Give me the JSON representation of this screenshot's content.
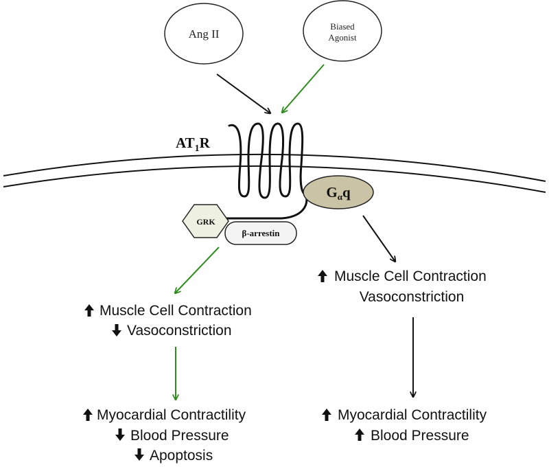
{
  "ligands": {
    "ang_ii": "Ang II",
    "biased_agonist_line1": "Biased",
    "biased_agonist_line2": "Agonist"
  },
  "receptor": {
    "prefix": "AT",
    "subscript": "1",
    "suffix": "R"
  },
  "g_protein": {
    "prefix": "G",
    "subscript": "α",
    "suffix": "q"
  },
  "grk_label": "GRK",
  "arrestin_label": "β-arrestin",
  "left_pathway": {
    "effects_1": [
      {
        "direction": "up",
        "text": "Muscle Cell Contraction"
      },
      {
        "direction": "down",
        "text": "Vasoconstriction"
      }
    ],
    "effects_2": [
      {
        "direction": "up",
        "text": "Myocardial Contractility"
      },
      {
        "direction": "down",
        "text": "Blood Pressure"
      },
      {
        "direction": "down",
        "text": "Apoptosis"
      }
    ]
  },
  "right_pathway": {
    "effects_1": [
      {
        "direction": "up",
        "text": "Muscle Cell Contraction"
      },
      {
        "direction": "none",
        "text": "Vasoconstriction"
      }
    ],
    "effects_2": [
      {
        "direction": "up",
        "text": "Myocardial Contractility"
      },
      {
        "direction": "up",
        "text": "Blood Pressure"
      }
    ]
  },
  "colors": {
    "black_arrow": "#111111",
    "green_arrow": "#2e8b1e",
    "g_protein_fill": "#cbc3a6",
    "grk_fill": "#eef1e2",
    "arrestin_fill": "#f4f4f4"
  }
}
